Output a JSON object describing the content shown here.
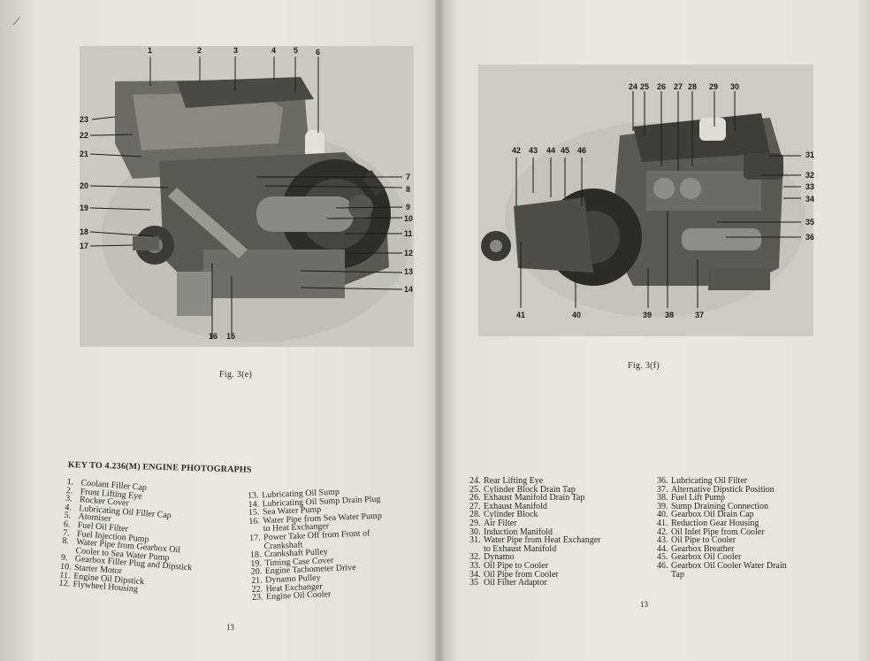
{
  "figure_e": {
    "caption": "Fig. 3(e)",
    "callouts": [
      "1",
      "2",
      "3",
      "4",
      "5",
      "6",
      "7",
      "8",
      "9",
      "10",
      "11",
      "12",
      "13",
      "14",
      "15",
      "16",
      "17",
      "18",
      "19",
      "20",
      "21",
      "22",
      "23"
    ]
  },
  "figure_f": {
    "caption": "Fig. 3(f)",
    "callouts": [
      "24",
      "25",
      "26",
      "27",
      "28",
      "29",
      "30",
      "31",
      "32",
      "33",
      "34",
      "35",
      "36",
      "37",
      "38",
      "39",
      "40",
      "41",
      "42",
      "43",
      "44",
      "45",
      "46"
    ]
  },
  "key": {
    "title": "KEY TO 4.236(M) ENGINE PHOTOGRAPHS",
    "col1": [
      {
        "n": "1.",
        "text": "Coolant Filler Cap"
      },
      {
        "n": "2.",
        "text": "Front Lifting Eye"
      },
      {
        "n": "3.",
        "text": "Rocker Cover"
      },
      {
        "n": "4.",
        "text": "Lubricating Oil Filler Cap"
      },
      {
        "n": "5.",
        "text": "Atomiser"
      },
      {
        "n": "6.",
        "text": "Fuel Oil Filter"
      },
      {
        "n": "7.",
        "text": "Fuel Injection Pump"
      },
      {
        "n": "8.",
        "text": "Water Pipe from Gearbox Oil",
        "cont": "Cooler to Sea Water Pump"
      },
      {
        "n": "9.",
        "text": "Gearbox Filler Plug and Dipstick"
      },
      {
        "n": "10.",
        "text": "Starter Motor"
      },
      {
        "n": "11.",
        "text": "Engine Oil Dipstick"
      },
      {
        "n": "12.",
        "text": "Flywheel Housing"
      }
    ],
    "col2": [
      {
        "n": "13.",
        "text": "Lubricating Oil Sump"
      },
      {
        "n": "14.",
        "text": "Lubricating Oil Sump Drain Plug"
      },
      {
        "n": "15.",
        "text": "Sea Water Pump"
      },
      {
        "n": "16.",
        "text": "Water Pipe from Sea Water Pump",
        "cont": "to Heat Exchanger"
      },
      {
        "n": "17.",
        "text": "Power Take Off from Front of",
        "cont": "Crankshaft"
      },
      {
        "n": "18.",
        "text": "Crankshaft Pulley"
      },
      {
        "n": "19.",
        "text": "Timing Case Cover"
      },
      {
        "n": "20.",
        "text": "Engine Tachometer Drive"
      },
      {
        "n": "21.",
        "text": "Dynamo Pulley"
      },
      {
        "n": "22.",
        "text": "Heat Exchanger"
      },
      {
        "n": "23.",
        "text": "Engine Oil Cooler"
      }
    ],
    "col3": [
      {
        "n": "24.",
        "text": "Rear Lifting Eye"
      },
      {
        "n": "25.",
        "text": "Cylinder Block Drain Tap"
      },
      {
        "n": "26.",
        "text": "Exhaust Manifold Drain Tap"
      },
      {
        "n": "27.",
        "text": "Exhaust Manifold"
      },
      {
        "n": "28.",
        "text": "Cylinder Block"
      },
      {
        "n": "29.",
        "text": "Air Filter"
      },
      {
        "n": "30.",
        "text": "Induction Manifold"
      },
      {
        "n": "31.",
        "text": "Water Pipe from Heat Exchanger",
        "cont": "to Exhaust Manifold"
      },
      {
        "n": "32.",
        "text": "Dynamo"
      },
      {
        "n": "33.",
        "text": "Oil Pipe to Cooler"
      },
      {
        "n": "34.",
        "text": "Oil Pipe from Cooler"
      },
      {
        "n": "35",
        "text": "Oil Filter Adaptor"
      }
    ],
    "col4": [
      {
        "n": "36.",
        "text": "Lubricating Oil Filter"
      },
      {
        "n": "37.",
        "text": "Alternative Dipstick Position"
      },
      {
        "n": "38.",
        "text": "Fuel Lift Pump"
      },
      {
        "n": "39.",
        "text": "Sump Draining Connection"
      },
      {
        "n": "40.",
        "text": "Gearbox Oil Drain Cap"
      },
      {
        "n": "41.",
        "text": "Reduction Gear Housing"
      },
      {
        "n": "42.",
        "text": "Oil Inlet Pipe from Cooler"
      },
      {
        "n": "43.",
        "text": "Oil Pipe to Cooler"
      },
      {
        "n": "44.",
        "text": "Gearbox Breather"
      },
      {
        "n": "45.",
        "text": "Gearbox Oil Cooler"
      },
      {
        "n": "46.",
        "text": "Gearbox Oil Cooler Water Drain",
        "cont": "Tap"
      }
    ]
  },
  "page_numbers": {
    "left": "13",
    "right": "13"
  },
  "colors": {
    "paper": "#e8e5de",
    "photo_bg": "#c9c7c0",
    "ink": "#2a2824"
  }
}
